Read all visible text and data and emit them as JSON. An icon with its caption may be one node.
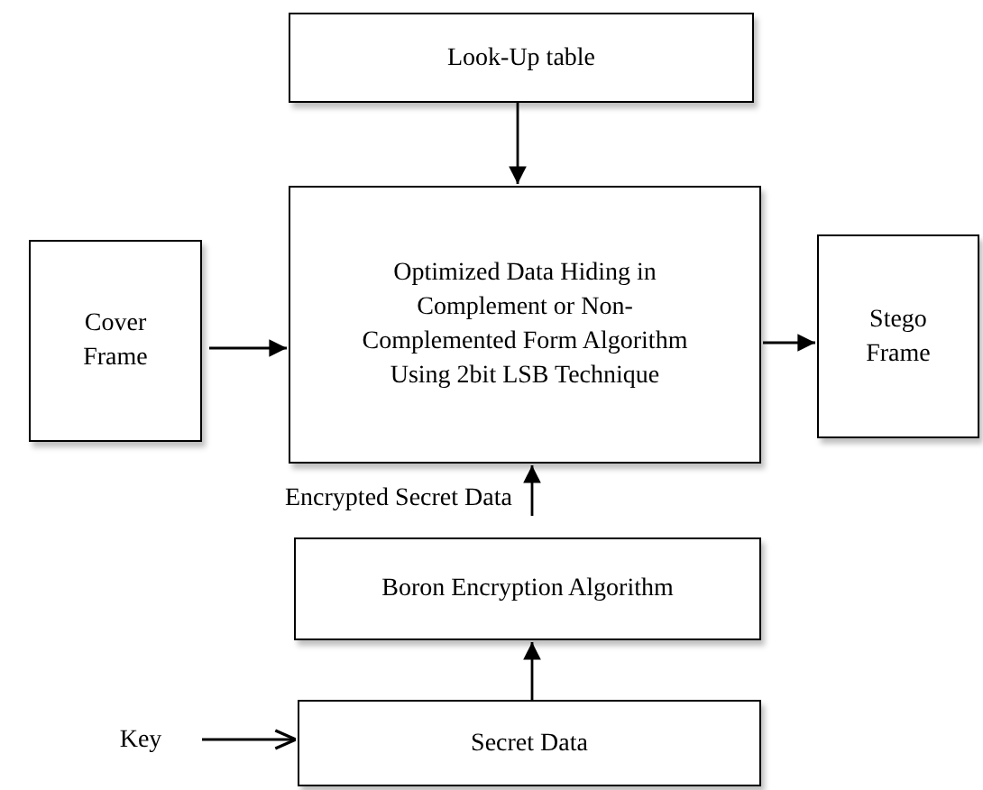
{
  "diagram": {
    "nodes": [
      {
        "text": [
          "Look-Up table"
        ]
      },
      {
        "text": [
          "Optimized Data Hiding in Complement or Non-Complemented Form Algorithm Using 2bit LSB Technique"
        ]
      },
      {
        "text": [
          "Cover Frame"
        ]
      },
      {
        "text": [
          "Stego Frame"
        ]
      },
      {
        "text": [
          "Boron Encryption Algorithm"
        ]
      },
      {
        "text": [
          "Secret Data"
        ]
      },
      {
        "text": [
          "Key"
        ]
      }
    ],
    "edges": [
      {
        "from": 0,
        "to": 1,
        "arrow": "to"
      },
      {
        "from": 2,
        "to": 1,
        "arrow": "to"
      },
      {
        "from": 1,
        "to": 3,
        "arrow": "to"
      },
      {
        "from": 4,
        "to": 1,
        "arrow": "to",
        "label": "Encrypted Secret Data"
      },
      {
        "from": 5,
        "to": 4,
        "arrow": "to"
      },
      {
        "from": 6,
        "to": 5,
        "arrow": "to"
      }
    ]
  }
}
